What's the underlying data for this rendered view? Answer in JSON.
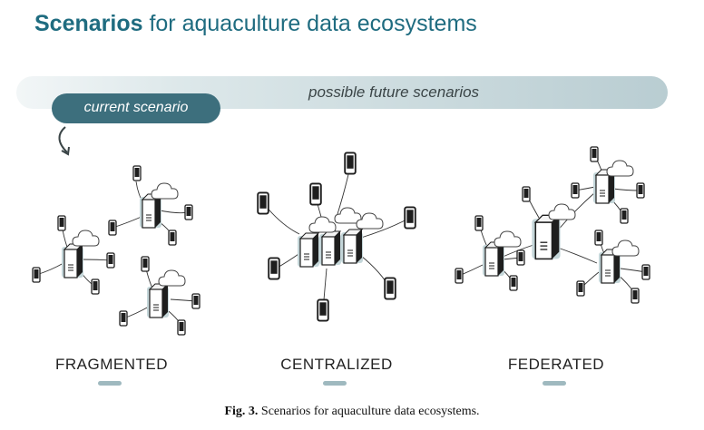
{
  "title": {
    "bold": "Scenarios",
    "rest": " for aquaculture data ecosystems"
  },
  "timeline": {
    "future_label": "possible future scenarios",
    "current_label": "current scenario"
  },
  "scenarios": [
    {
      "label": "FRAGMENTED"
    },
    {
      "label": "CENTRALIZED"
    },
    {
      "label": "FEDERATED"
    }
  ],
  "caption": {
    "prefix": "Fig. 3.",
    "text": " Scenarios for aquaculture data ecosystems."
  },
  "colors": {
    "title": "#1f6c80",
    "pill": "#3d6f7d",
    "band": "#b9cdd2",
    "node": "#1e1e1e",
    "glow": "#c4d6d9"
  },
  "icons": [
    "server-icon",
    "cloud-icon",
    "phone-icon",
    "curved-arrow-icon"
  ]
}
